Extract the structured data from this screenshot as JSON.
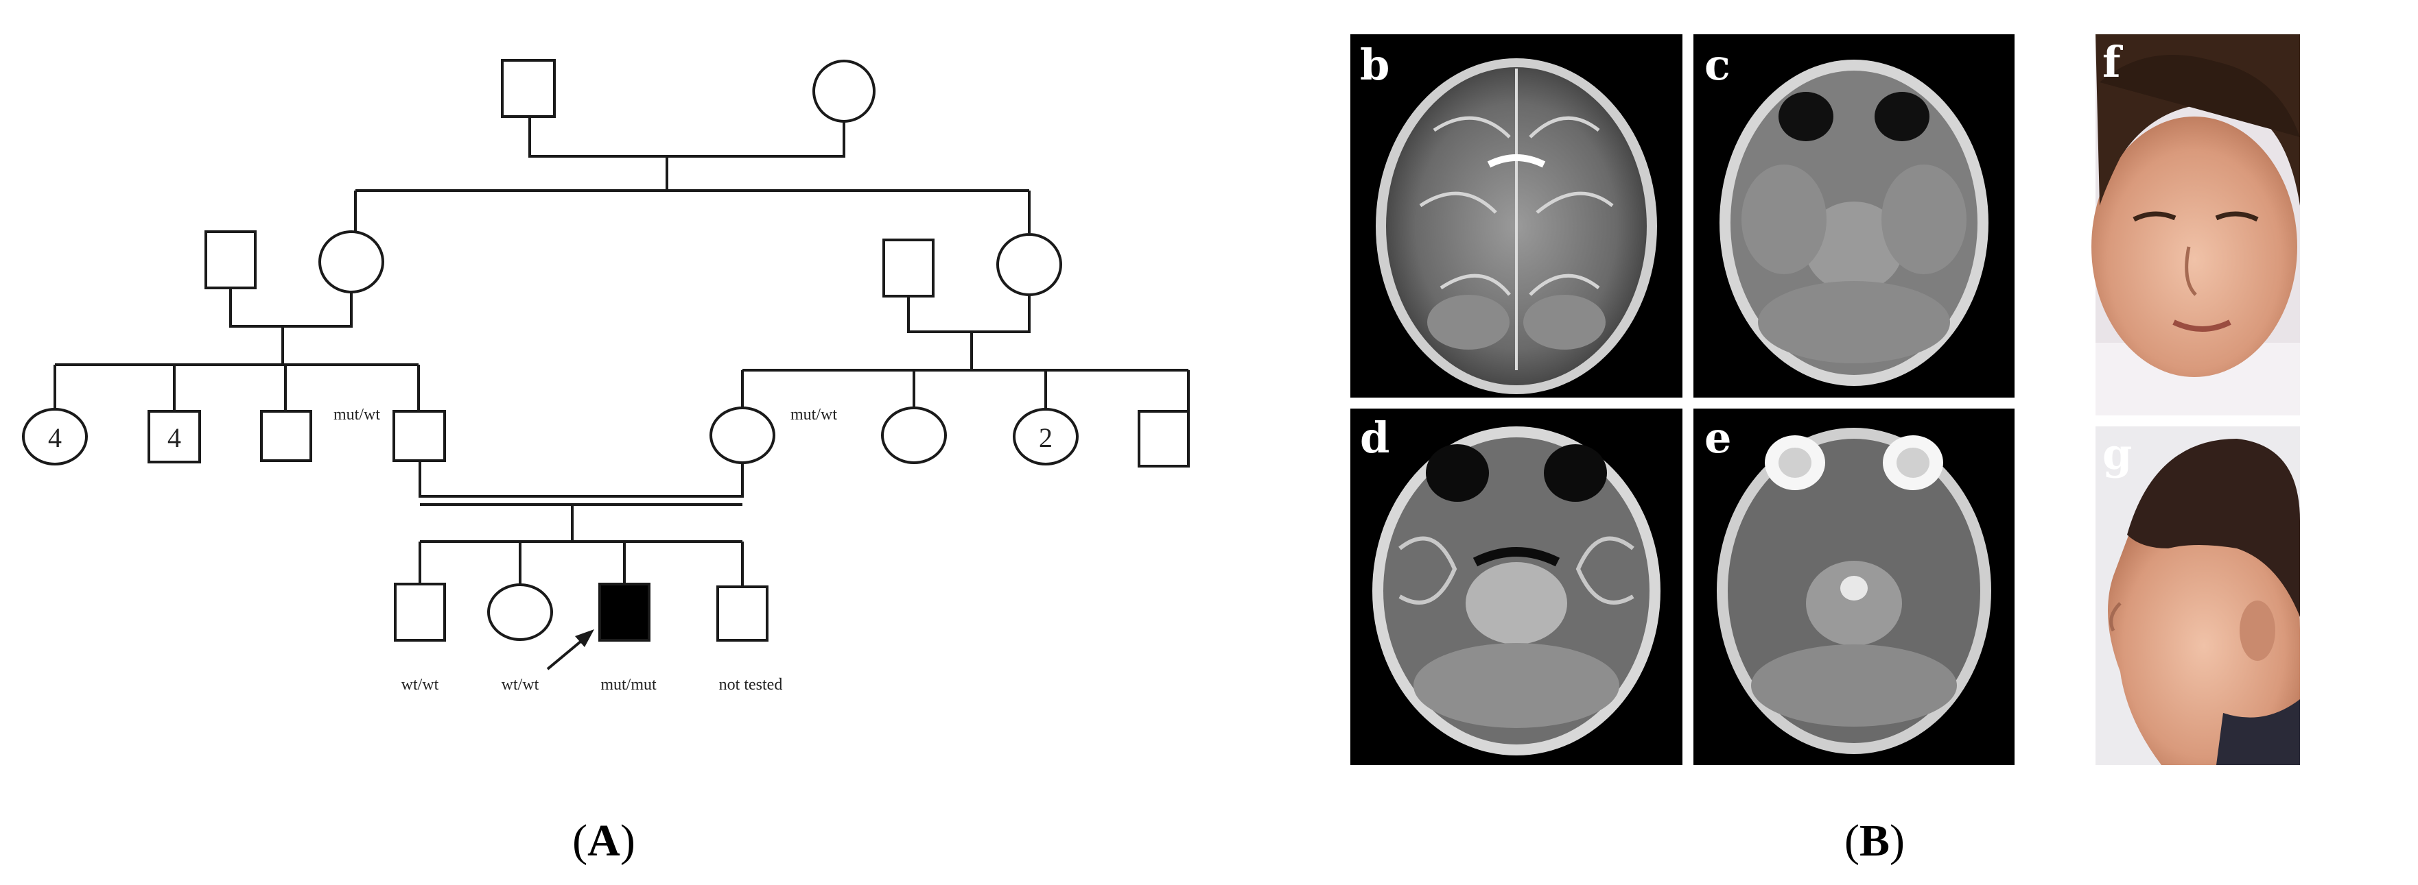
{
  "panel_A": {
    "caption": {
      "open": "(",
      "letter": "A",
      "close": ")"
    },
    "sibling_counts": {
      "gen3_left_circle": "4",
      "gen3_left_square": "4",
      "gen3_right_circle": "2"
    },
    "genotypes": {
      "father": "mut/wt",
      "mother": "mut/wt",
      "child_1": "wt/wt",
      "child_2": "wt/wt",
      "proband": "mut/mut",
      "child_4": "not tested"
    }
  },
  "panel_B": {
    "caption": {
      "open": "(",
      "letter": "B",
      "close": ")"
    },
    "images": [
      {
        "label": "b",
        "view": "coronal T2 MRI"
      },
      {
        "label": "c",
        "view": "axial FLAIR MRI"
      },
      {
        "label": "d",
        "view": "axial T1 MRI"
      },
      {
        "label": "e",
        "view": "axial T2 MRI"
      },
      {
        "label": "f",
        "view": "face frontal photo"
      },
      {
        "label": "g",
        "view": "face profile photo"
      }
    ]
  },
  "colors": {
    "affected": "#000000",
    "mri_background": "#000000",
    "line": "#1a1a1a"
  }
}
